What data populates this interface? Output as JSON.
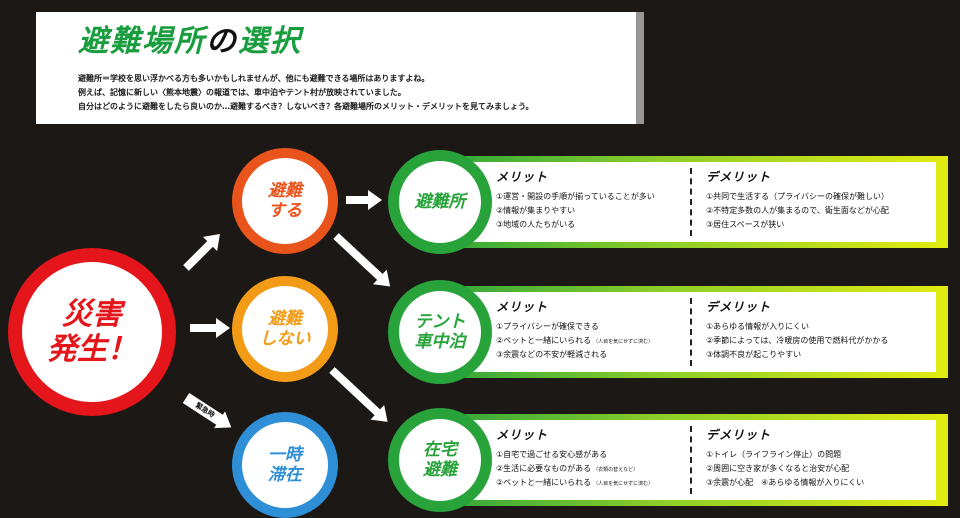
{
  "header": {
    "title_main": "避難場所",
    "title_particle": "の",
    "title_end": "選択",
    "intro": [
      "避難所＝学校を思い浮かべる方も多いかもしれませんが、他にも避難できる場所はありますよね。",
      "例えば、記憶に新しい〈熊本地震〉の報道では、車中泊やテント村が放映されていました。",
      "自分はどのように避難をしたら良いのか…避難するべき？しないべき？各避難場所のメリット・デメリットを見てみましょう。"
    ]
  },
  "nodes": {
    "disaster": [
      "災害",
      "発生！"
    ],
    "evacuate": [
      "避難",
      "する"
    ],
    "no_evacuate": [
      "避難",
      "しない"
    ],
    "temporary": [
      "一時",
      "滞在"
    ]
  },
  "arrow_tag": "緊急時",
  "colors": {
    "disaster": "#e4161b",
    "evacuate": "#e9541c",
    "no_evacuate": "#f29b16",
    "temporary": "#2f8fd6",
    "option": "#27a33a",
    "title": "#1a9d3f"
  },
  "options": [
    {
      "label": [
        "避難所"
      ],
      "merit_head": "メリット",
      "demerit_head": "デメリット",
      "merits": [
        {
          "text": "①運営・開設の手順が揃っていることが多い",
          "note": ""
        },
        {
          "text": "②情報が集まりやすい",
          "note": ""
        },
        {
          "text": "③地域の人たちがいる",
          "note": ""
        }
      ],
      "demerits": [
        {
          "text": "①共同で生活する（プライバシーの確保が難しい）",
          "note": ""
        },
        {
          "text": "②不特定多数の人が集まるので、衛生面などが心配",
          "note": ""
        },
        {
          "text": "③居住スペースが狭い",
          "note": ""
        }
      ]
    },
    {
      "label": [
        "テント",
        "車中泊"
      ],
      "merit_head": "メリット",
      "demerit_head": "デメリット",
      "merits": [
        {
          "text": "①プライバシーが確保できる",
          "note": ""
        },
        {
          "text": "②ペットと一緒にいられる",
          "note": "（人目を気にせずに済む）"
        },
        {
          "text": "③余震などの不安が軽減される",
          "note": ""
        }
      ],
      "demerits": [
        {
          "text": "①あらゆる情報が入りにくい",
          "note": ""
        },
        {
          "text": "②季節によっては、冷暖房の使用で燃料代がかかる",
          "note": ""
        },
        {
          "text": "③体調不良が起こりやすい",
          "note": ""
        }
      ]
    },
    {
      "label": [
        "在宅",
        "避難"
      ],
      "merit_head": "メリット",
      "demerit_head": "デメリット",
      "merits": [
        {
          "text": "①自宅で過ごせる安心感がある",
          "note": ""
        },
        {
          "text": "②生活に必要なものがある",
          "note": "（衣類の替えなど）"
        },
        {
          "text": "②ペットと一緒にいられる",
          "note": "（人目を気にせずに済む）"
        }
      ],
      "demerits": [
        {
          "text": "①トイレ（ライフライン停止）の問題",
          "note": ""
        },
        {
          "text": "②周囲に空き家が多くなると治安が心配",
          "note": ""
        },
        {
          "text": "③余震が心配　④あらゆる情報が入りにくい",
          "note": ""
        }
      ]
    }
  ]
}
